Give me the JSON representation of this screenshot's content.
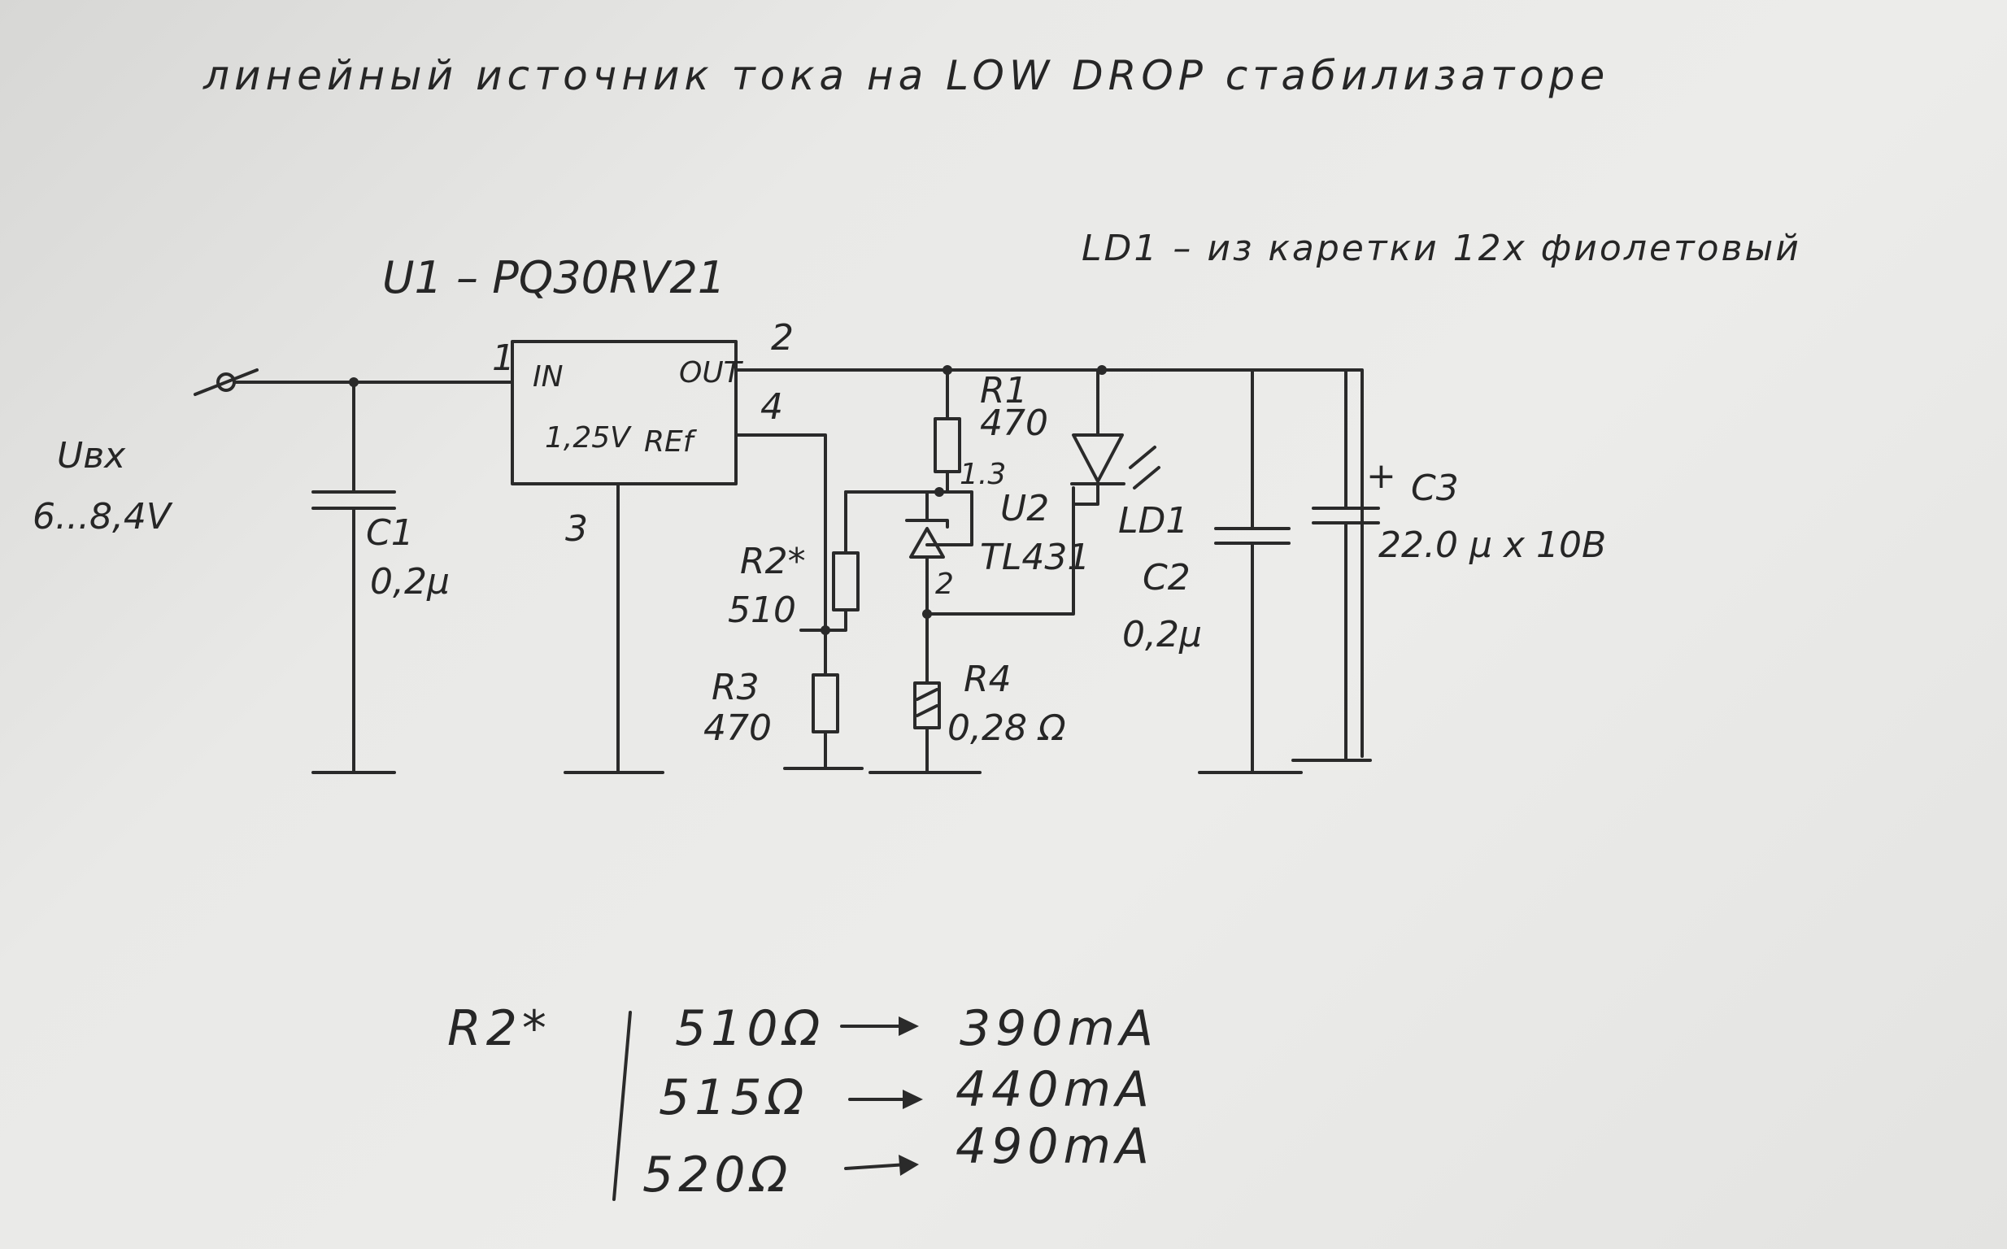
{
  "title": "линейный источник тока на LOW DROP стабилизаторе",
  "note": "LD1 – из каретки 12х фиолетовый",
  "u1_name": "U1 – PQ30RV21",
  "input_label": "Uвх",
  "input_range": "6...8,4V",
  "regulator": {
    "pin_in": "IN",
    "pin_out": "OUT",
    "pin_ref": "REf",
    "ref_voltage": "1,25V",
    "pin_numbers": [
      "1",
      "2",
      "3",
      "4"
    ]
  },
  "components": {
    "c1": {
      "name": "C1",
      "value": "0,2µ"
    },
    "r1": {
      "name": "R1",
      "value": "470"
    },
    "r2": {
      "name": "R2*",
      "value": "510"
    },
    "r3": {
      "name": "R3",
      "value": "470"
    },
    "r4": {
      "name": "R4",
      "value": "0,28 Ω"
    },
    "u2": {
      "name": "U2",
      "value": "TL431",
      "pin_top": "1.3",
      "pin_bottom": "2"
    },
    "ld1": {
      "name": "LD1"
    },
    "c2": {
      "name": "C2",
      "value": "0,2µ"
    },
    "c3": {
      "name": "C3",
      "value": "22.0 µ х 10В",
      "polarity": "+"
    }
  },
  "r2_table": {
    "label": "R2*",
    "rows": [
      {
        "resistance": "510Ω",
        "current": "390mA"
      },
      {
        "resistance": "515Ω",
        "current": "440mA"
      },
      {
        "resistance": "520Ω",
        "current": "490mA"
      }
    ]
  }
}
